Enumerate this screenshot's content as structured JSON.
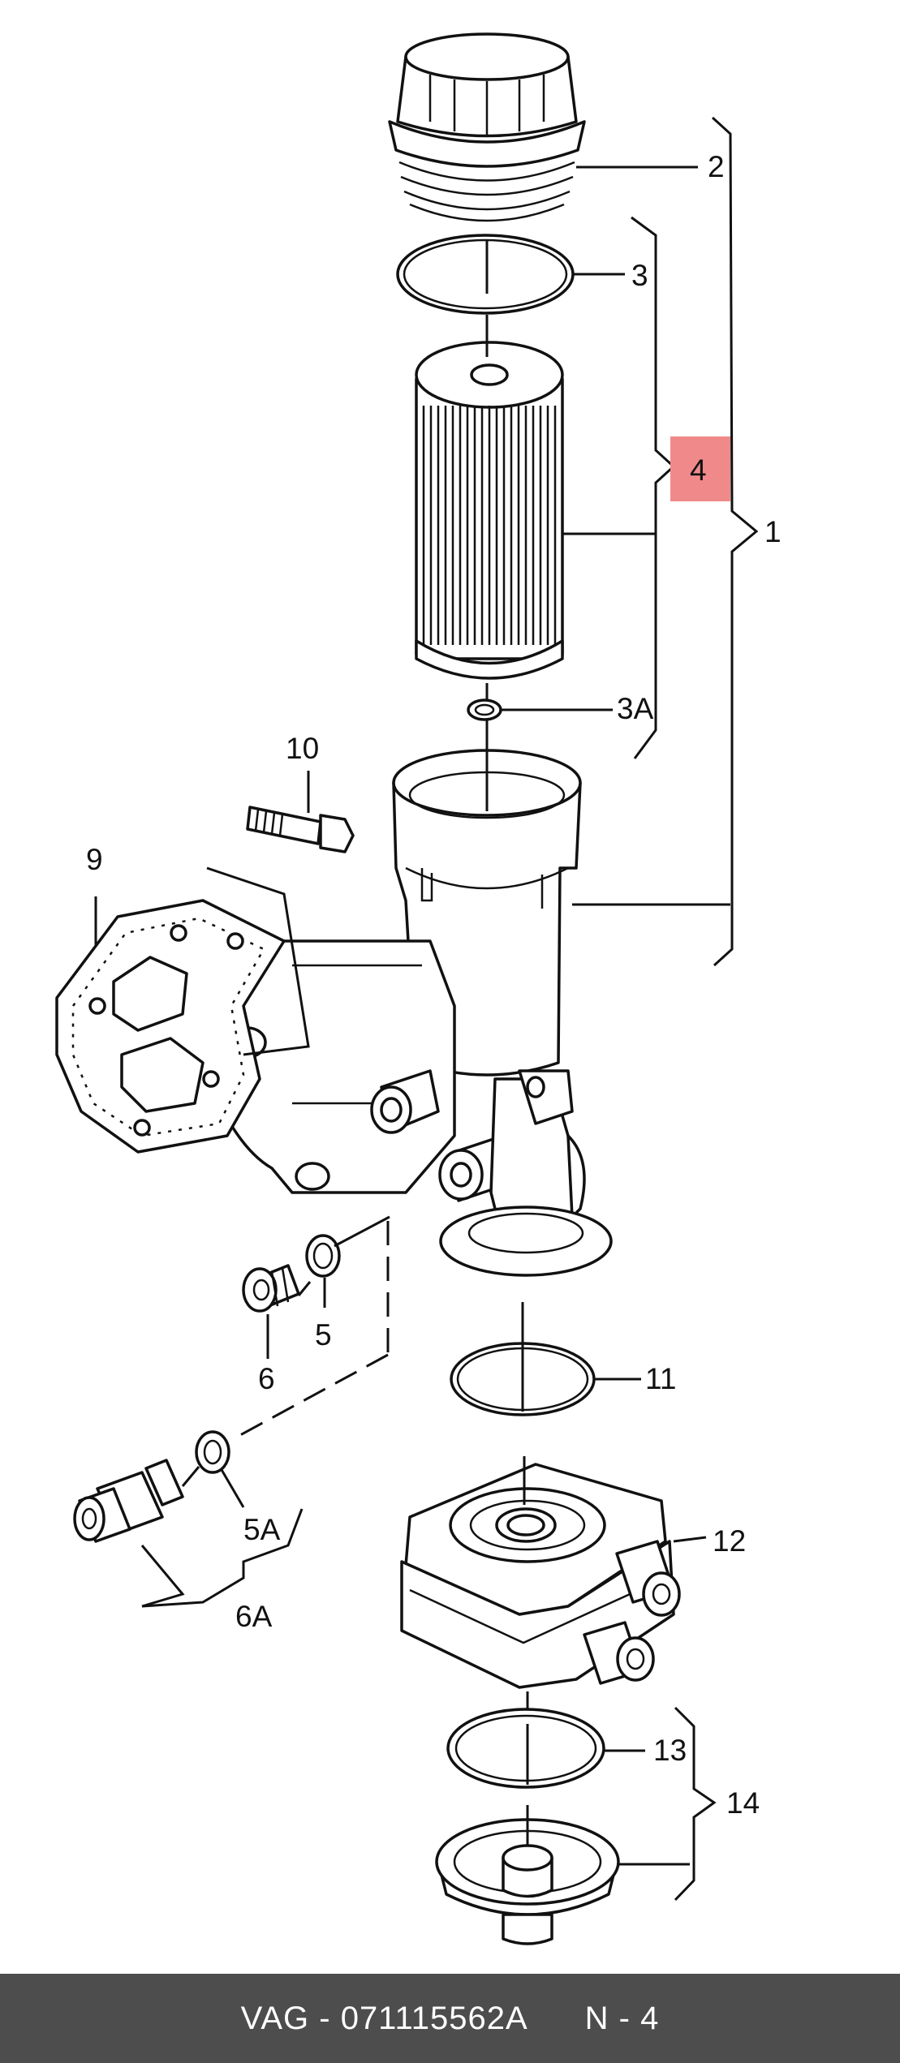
{
  "diagram": {
    "highlight_color": "#f08a8a",
    "callouts": [
      {
        "id": "2",
        "text": "2"
      },
      {
        "id": "3",
        "text": "3"
      },
      {
        "id": "4",
        "text": "4",
        "highlighted": true
      },
      {
        "id": "1",
        "text": "1"
      },
      {
        "id": "3a",
        "text": "3A"
      },
      {
        "id": "10",
        "text": "10"
      },
      {
        "id": "9",
        "text": "9"
      },
      {
        "id": "5",
        "text": "5"
      },
      {
        "id": "6",
        "text": "6"
      },
      {
        "id": "11",
        "text": "11"
      },
      {
        "id": "5a",
        "text": "5A"
      },
      {
        "id": "12",
        "text": "12"
      },
      {
        "id": "6a",
        "text": "6A"
      },
      {
        "id": "13",
        "text": "13"
      },
      {
        "id": "14",
        "text": "14"
      }
    ]
  },
  "footer": {
    "part_number": "VAG - 071115562A",
    "position": "N - 4",
    "background": "#4d4d4d"
  }
}
